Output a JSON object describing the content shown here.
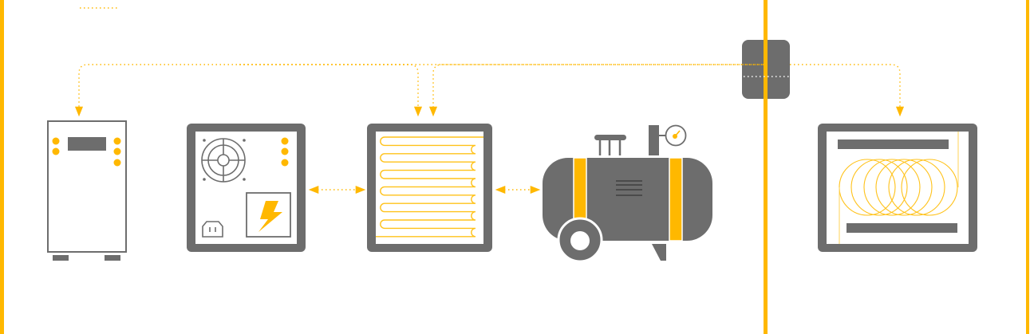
{
  "diagram": {
    "nodes": [
      {
        "id": "tower-unit",
        "icon": "server-tower-icon"
      },
      {
        "id": "power-supply",
        "icon": "power-supply-icon"
      },
      {
        "id": "heating-panel",
        "icon": "heating-coil-panel-icon"
      },
      {
        "id": "air-compressor",
        "icon": "air-compressor-icon"
      },
      {
        "id": "induction-unit",
        "icon": "induction-coil-icon"
      }
    ],
    "connections": [
      {
        "from": "junction",
        "to": "tower-unit",
        "style": "dotted"
      },
      {
        "from": "junction",
        "to": "heating-panel",
        "style": "dotted"
      },
      {
        "from": "junction",
        "to": "induction-unit",
        "style": "dotted"
      },
      {
        "from": "power-supply",
        "to": "heating-panel",
        "style": "dotted-bidirectional"
      },
      {
        "from": "heating-panel",
        "to": "air-compressor",
        "style": "dotted-bidirectional"
      }
    ]
  },
  "colors": {
    "accent": "#FFB800",
    "gray": "#6D6D6D",
    "coil": "#FFC21A",
    "background": "#FFFFFF"
  }
}
